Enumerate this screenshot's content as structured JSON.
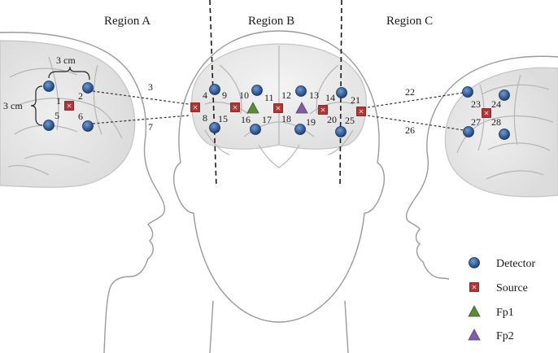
{
  "regions": {
    "a": "Region A",
    "b": "Region B",
    "c": "Region C"
  },
  "dimensions": {
    "width_label": "3 cm",
    "height_label": "3 cm"
  },
  "channels": {
    "left": {
      "c1": "1",
      "c2": "2",
      "c3": "3",
      "c5": "5",
      "c6": "6",
      "c7": "7"
    },
    "front": {
      "c4": "4",
      "c8": "8",
      "c9": "9",
      "c10": "10",
      "c11": "11",
      "c12": "12",
      "c13": "13",
      "c14": "14",
      "c15": "15",
      "c16": "16",
      "c17": "17",
      "c18": "18",
      "c19": "19",
      "c20": "20",
      "c21": "21",
      "c25": "25"
    },
    "right": {
      "c22": "22",
      "c23": "23",
      "c24": "24",
      "c26": "26",
      "c27": "27",
      "c28": "28"
    }
  },
  "legend": {
    "detector": "Detector",
    "source": "Source",
    "fp1": "Fp1",
    "fp2": "Fp2"
  },
  "colors": {
    "detector": "#2b5a9a",
    "source": "#b03535",
    "fp1": "#5a8a3a",
    "fp2": "#7e5ea8"
  }
}
